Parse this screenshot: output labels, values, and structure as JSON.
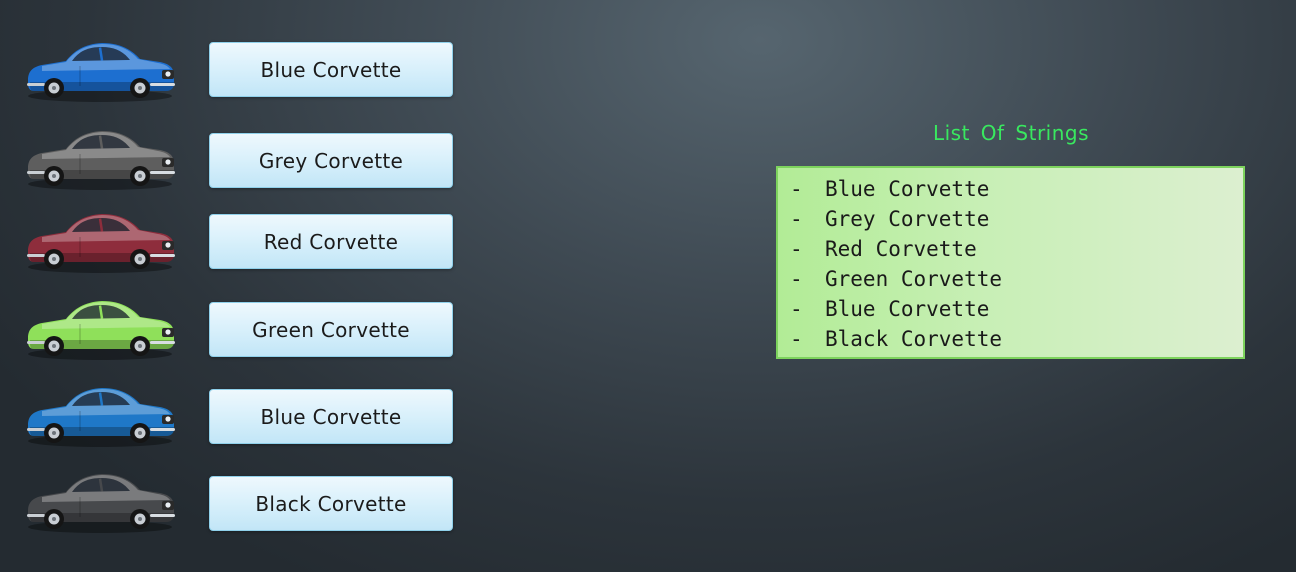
{
  "cars": [
    {
      "label": "Blue Corvette",
      "color": "#1d6fd0",
      "icon": "blue-car-icon"
    },
    {
      "label": "Grey Corvette",
      "color": "#5e5e5e",
      "icon": "grey-car-icon"
    },
    {
      "label": "Red Corvette",
      "color": "#8e2d3c",
      "icon": "red-car-icon"
    },
    {
      "label": "Green Corvette",
      "color": "#8fe05a",
      "icon": "green-car-icon"
    },
    {
      "label": "Blue Corvette",
      "color": "#1f78c8",
      "icon": "blue-car-icon"
    },
    {
      "label": "Black Corvette",
      "color": "#47494c",
      "icon": "black-car-icon"
    }
  ],
  "list": {
    "title": "List Of Strings",
    "bullet": "-",
    "items": [
      "Blue Corvette",
      "Grey Corvette",
      "Red Corvette",
      "Green Corvette",
      "Blue Corvette",
      "Black Corvette"
    ]
  }
}
